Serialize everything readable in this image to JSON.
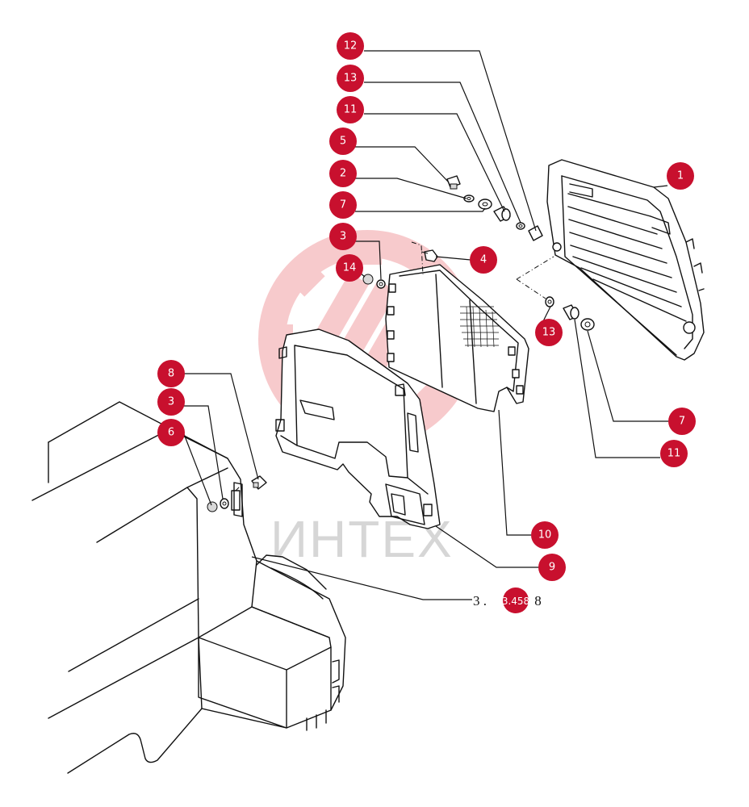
{
  "watermark": {
    "text": "ИНТЕХ",
    "logo_color": "#f2a0a4",
    "text_color": "#c9c9c9"
  },
  "callout_color": "#c8102e",
  "reference": {
    "prefix": "3 . ",
    "badge": "3.458",
    "suffix": " 8"
  },
  "callouts": [
    {
      "id": "c12",
      "label": "12"
    },
    {
      "id": "c13a",
      "label": "13"
    },
    {
      "id": "c11a",
      "label": "11"
    },
    {
      "id": "c5",
      "label": "5"
    },
    {
      "id": "c2",
      "label": "2"
    },
    {
      "id": "c7a",
      "label": "7"
    },
    {
      "id": "c3a",
      "label": "3"
    },
    {
      "id": "c14",
      "label": "14"
    },
    {
      "id": "c4",
      "label": "4"
    },
    {
      "id": "c1",
      "label": "1"
    },
    {
      "id": "c13b",
      "label": "13"
    },
    {
      "id": "c8",
      "label": "8"
    },
    {
      "id": "c3b",
      "label": "3"
    },
    {
      "id": "c6",
      "label": "6"
    },
    {
      "id": "c7b",
      "label": "7"
    },
    {
      "id": "c11b",
      "label": "11"
    },
    {
      "id": "c10",
      "label": "10"
    },
    {
      "id": "c9",
      "label": "9"
    }
  ]
}
